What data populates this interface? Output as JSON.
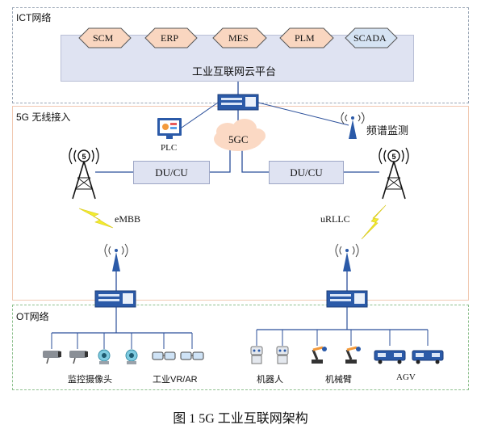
{
  "zones": {
    "ict": "ICT网络",
    "access": "5G 无线接入",
    "ot": "OT网络"
  },
  "ict_systems": [
    "SCM",
    "ERP",
    "MES",
    "PLM",
    "SCADA"
  ],
  "platform_label": "工业互联网云平台",
  "core": {
    "cloud_label": "5GC",
    "plc_label": "PLC",
    "spectrum_label": "频谱监测"
  },
  "du_left": "DU/CU",
  "du_right": "DU/CU",
  "link_left": "eMBB",
  "link_right": "uRLLC",
  "ot_groups": {
    "camera": "监控摄像头",
    "vr": "工业VR/AR",
    "robot": "机器人",
    "arm": "机械臂",
    "agv": "AGV"
  },
  "caption": "图 1 5G 工业互联网架构",
  "colors": {
    "hex_fill": "#f9d6c0",
    "scada_fill": "#d5e3f3",
    "platform_fill": "#dfe3f2",
    "device_blue": "#2b5aa8"
  }
}
